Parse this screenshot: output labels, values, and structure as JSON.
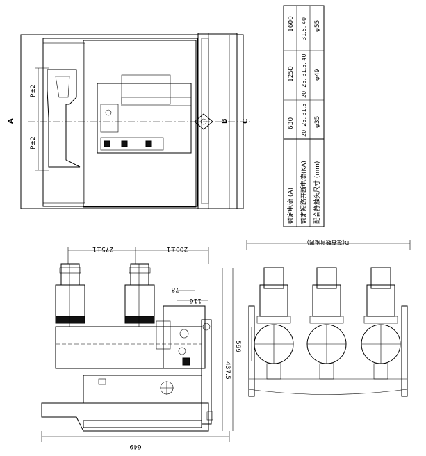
{
  "top_view": {
    "dim_A": "A",
    "dim_B": "B",
    "dim_C": "C",
    "dim_P_upper": "P±2",
    "dim_P_lower": "P±2"
  },
  "spec_table": {
    "rows": [
      {
        "label": "额定电流 (A)",
        "cells": [
          "630",
          "1250",
          "1600"
        ]
      },
      {
        "label": "额定短路开断电流(KA)",
        "cells": [
          "20, 25, 31.5",
          "20, 25, 31.5, 40",
          "31.5, 40"
        ]
      },
      {
        "label": "配合静触头尺寸 (mm)",
        "cells": [
          "φ35",
          "φ49",
          "φ55"
        ]
      }
    ]
  },
  "side_view": {
    "dim_top_left": "275±1",
    "dim_top_right": "200±1",
    "dim_78": "78",
    "dim_116": "116",
    "dim_599": "599",
    "dim_437_5": "437.5",
    "dim_bottom": "649"
  },
  "front_view": {
    "caption": "D(左右触臂距离)"
  }
}
